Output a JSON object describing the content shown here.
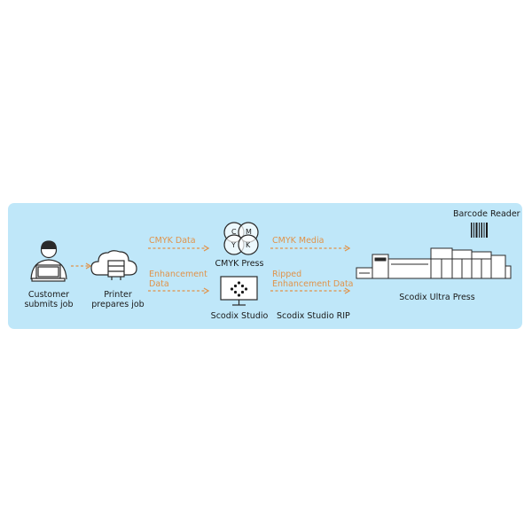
{
  "nodes": {
    "customer": {
      "line1": "Customer",
      "line2": "submits job"
    },
    "printer": {
      "line1": "Printer",
      "line2": "prepares job"
    },
    "cmyk_press": {
      "label": "CMYK Press",
      "letters": [
        "C",
        "M",
        "Y",
        "K"
      ]
    },
    "scodix_studio": {
      "label": "Scodix Studio"
    },
    "ultra_press": {
      "label": "Scodix Ultra Press"
    },
    "barcode_reader": {
      "label": "Barcode Reader"
    }
  },
  "flows": {
    "cmyk_data": "CMYK Data",
    "enhancement_data": {
      "line1": "Enhancement",
      "line2": "Data"
    },
    "cmyk_media": "CMYK Media",
    "ripped_enhancement": {
      "line1": "Ripped",
      "line2": "Enhancement Data"
    },
    "studio_rip": "Scodix Studio RIP"
  },
  "colors": {
    "panel": "#bfe7f9",
    "arrow": "#e0934a",
    "line": "#2a2a2a"
  }
}
